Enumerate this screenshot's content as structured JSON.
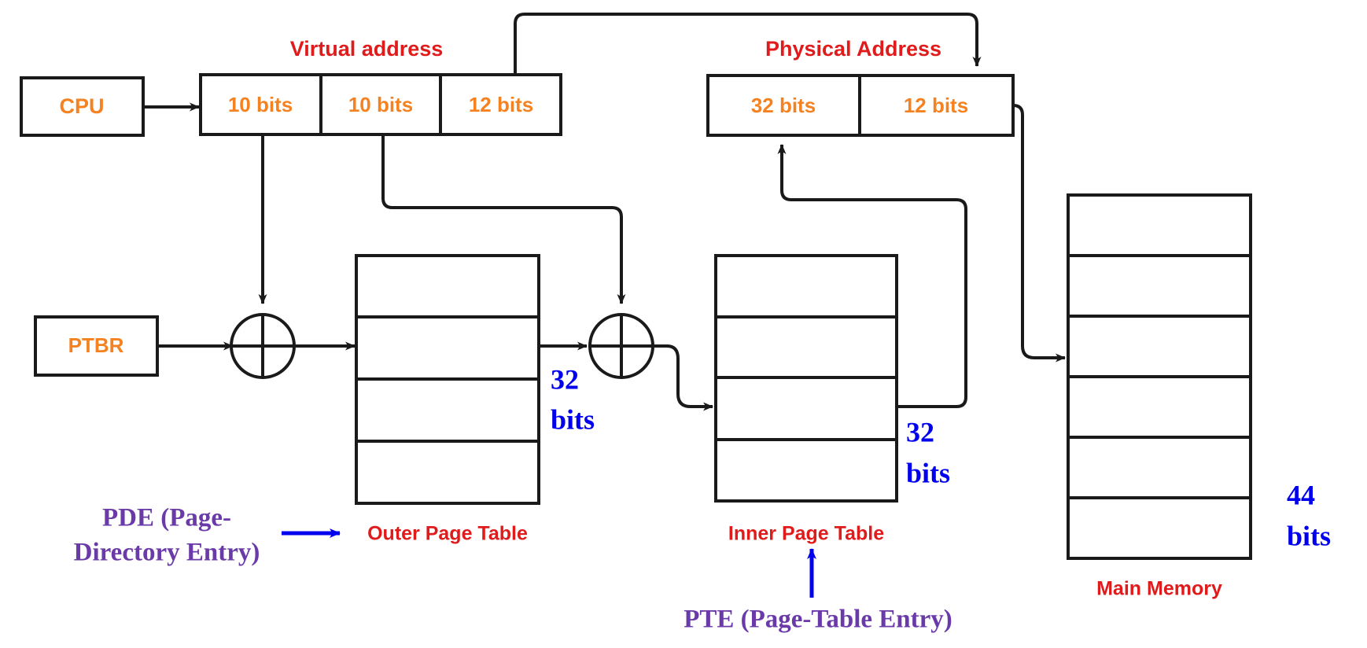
{
  "diagram": {
    "title_labels": {
      "virtual_address": "Virtual address",
      "physical_address": "Physical Address"
    },
    "colors": {
      "orange": "#F58220",
      "red": "#E01B1B",
      "blue": "#0000EE",
      "purple": "#6A3AA8",
      "line": "#1a1a1a"
    },
    "blocks": {
      "cpu": "CPU",
      "ptbr": "PTBR"
    },
    "virtual_address_fields": [
      {
        "label": "10 bits"
      },
      {
        "label": "10 bits"
      },
      {
        "label": "12 bits"
      }
    ],
    "physical_address_fields": [
      {
        "label": "32 bits"
      },
      {
        "label": "12 bits"
      }
    ],
    "tables": [
      {
        "name": "outer-page-table",
        "caption": "Outer Page Table",
        "rows": 4
      },
      {
        "name": "inner-page-table",
        "caption": "Inner Page Table",
        "rows": 4
      },
      {
        "name": "main-memory",
        "caption": "Main Memory",
        "rows": 6
      }
    ],
    "width_annotations": [
      {
        "name": "outer-entry-width",
        "line1": "32",
        "line2": "bits"
      },
      {
        "name": "inner-entry-width",
        "line1": "32",
        "line2": "bits"
      },
      {
        "name": "memory-width",
        "line1": "44",
        "line2": "bits"
      }
    ],
    "callouts": [
      {
        "name": "pde",
        "line1": "PDE (Page-",
        "line2": "Directory Entry)"
      },
      {
        "name": "pte",
        "line1": "PTE (Page-Table Entry)",
        "line2": ""
      }
    ],
    "operators": [
      {
        "name": "adder-outer",
        "glyph": "plus-circle"
      },
      {
        "name": "adder-inner",
        "glyph": "plus-circle"
      }
    ]
  }
}
